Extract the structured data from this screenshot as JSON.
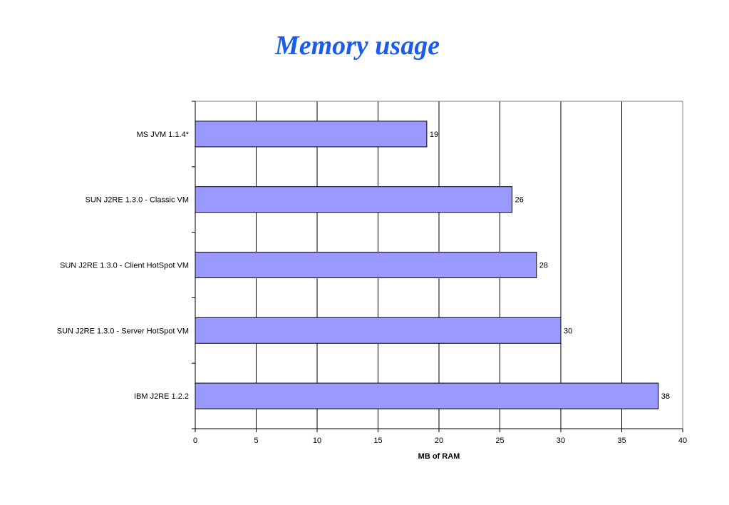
{
  "title": "Memory usage",
  "chart_data": {
    "type": "bar",
    "orientation": "horizontal",
    "categories": [
      "MS JVM 1.1.4*",
      "SUN J2RE 1.3.0 - Classic VM",
      "SUN J2RE 1.3.0 - Client HotSpot VM",
      "SUN J2RE 1.3.0 - Server HotSpot VM",
      "IBM J2RE 1.2.2"
    ],
    "values": [
      19,
      26,
      28,
      30,
      38
    ],
    "xlabel": "MB of RAM",
    "ylabel": "",
    "xlim": [
      0,
      40
    ],
    "xticks": [
      0,
      5,
      10,
      15,
      20,
      25,
      30,
      35,
      40
    ],
    "grid": "vertical",
    "legend": "none",
    "bar_color": "#9999ff",
    "bar_edge_color": "#000000"
  }
}
